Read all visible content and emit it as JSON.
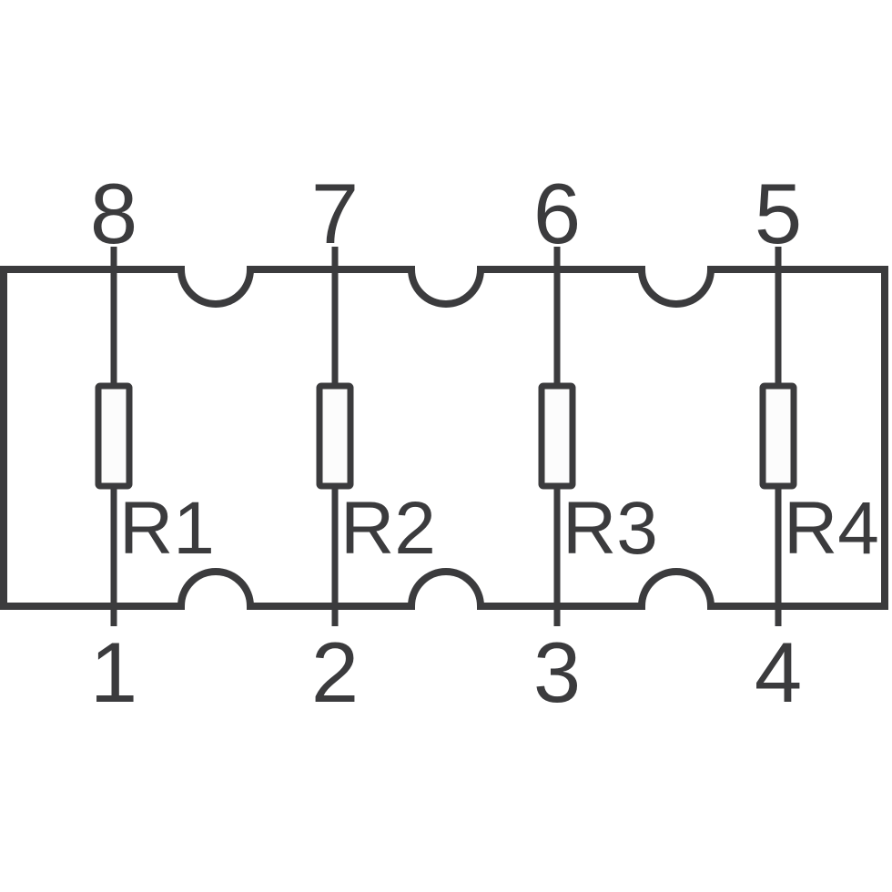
{
  "schematic": {
    "units": [
      {
        "top_pin": "8",
        "bottom_pin": "1",
        "resistor": "R1"
      },
      {
        "top_pin": "7",
        "bottom_pin": "2",
        "resistor": "R2"
      },
      {
        "top_pin": "6",
        "bottom_pin": "3",
        "resistor": "R3"
      },
      {
        "top_pin": "5",
        "bottom_pin": "4",
        "resistor": "R4"
      }
    ],
    "colors": {
      "background": "#ffffff",
      "line": "#3b3b3d",
      "resistor_fill": "#fcfcfc",
      "text": "#3b3b3d"
    }
  }
}
